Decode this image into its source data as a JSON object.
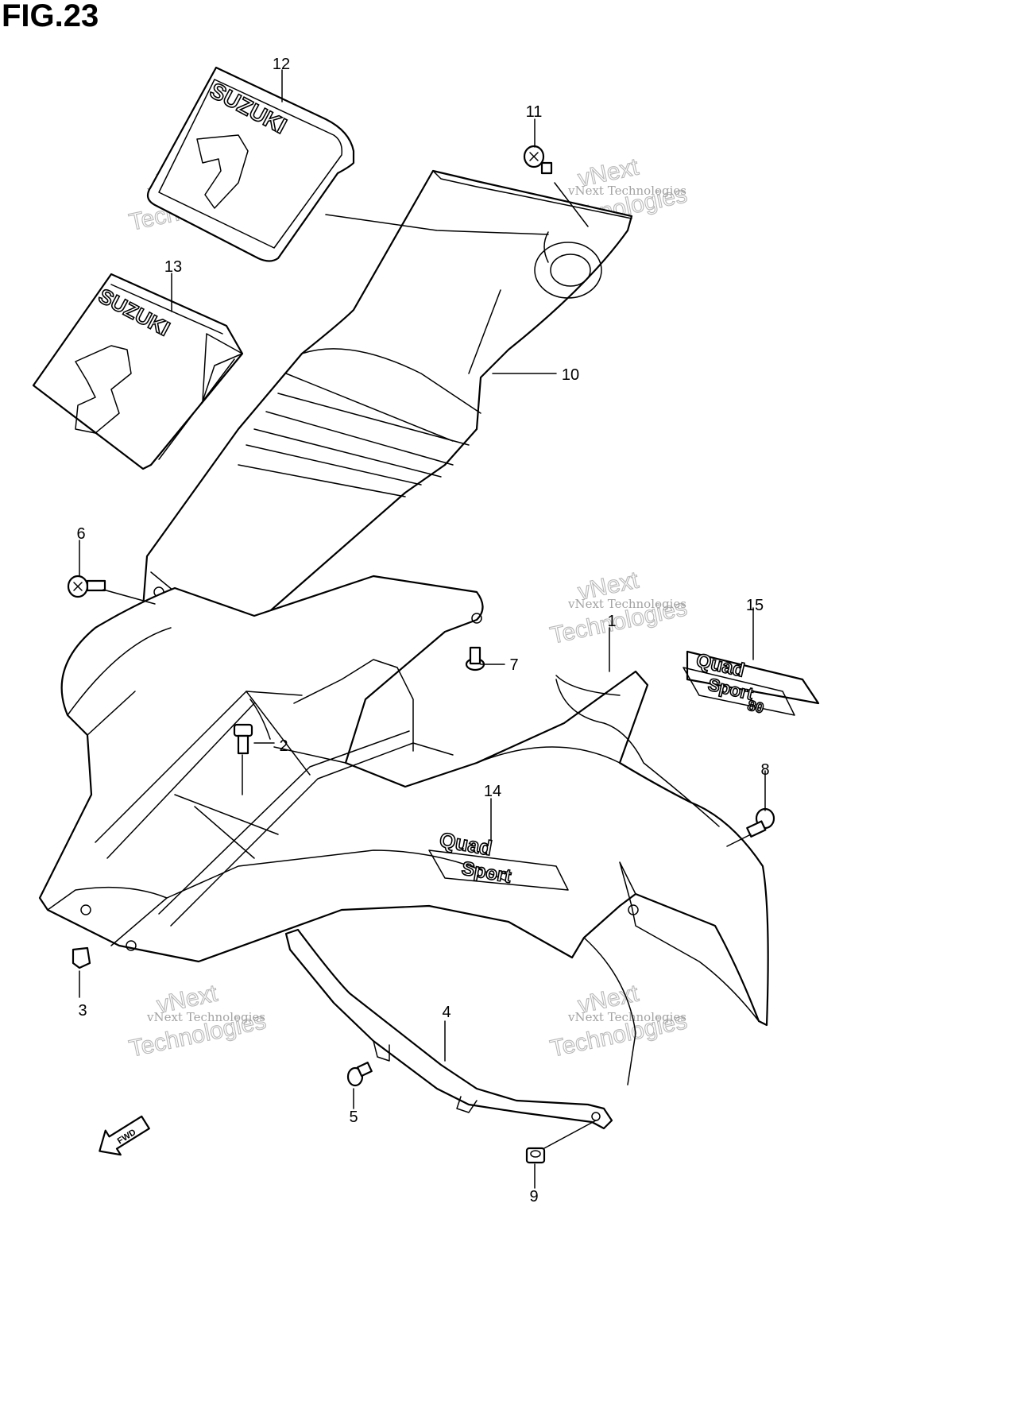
{
  "figure": {
    "title": "FIG.23"
  },
  "callouts": [
    {
      "num": "1"
    },
    {
      "num": "2"
    },
    {
      "num": "3"
    },
    {
      "num": "4"
    },
    {
      "num": "5"
    },
    {
      "num": "6"
    },
    {
      "num": "7"
    },
    {
      "num": "8"
    },
    {
      "num": "9"
    },
    {
      "num": "10"
    },
    {
      "num": "11"
    },
    {
      "num": "12"
    },
    {
      "num": "13"
    },
    {
      "num": "14"
    },
    {
      "num": "15"
    }
  ],
  "decals": {
    "brand": "SUZUKI",
    "brand_letter": "S",
    "model_line1": "Quad",
    "model_line2": "Sport",
    "model_number": "80"
  },
  "direction_arrow": {
    "label": "FWD"
  },
  "watermark": {
    "line1": "vNext Technologies",
    "line2": "Technologies",
    "line3": "vNext"
  }
}
